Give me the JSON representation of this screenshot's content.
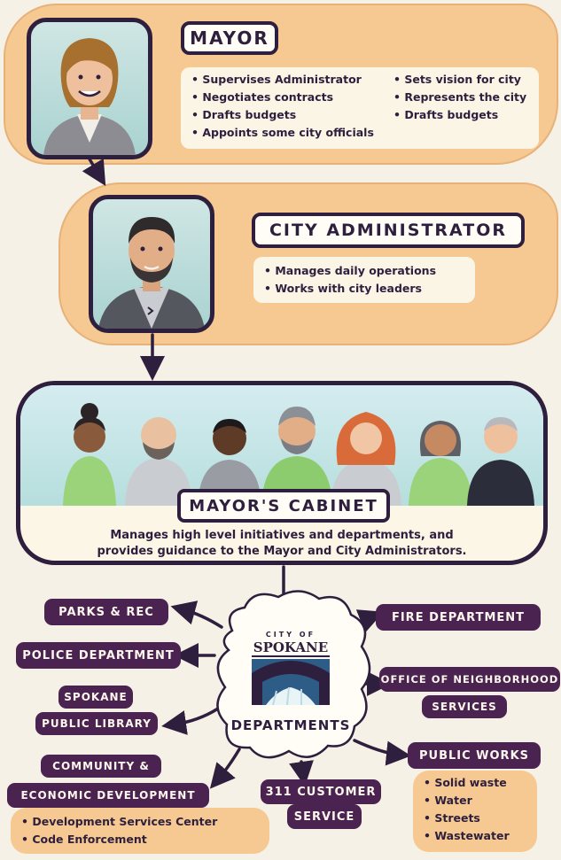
{
  "mayor": {
    "title": "MAYOR",
    "duties_left": [
      "Supervises Administrator",
      "Negotiates contracts",
      "Drafts budgets",
      "Appoints some city officials"
    ],
    "duties_right": [
      "Sets vision for city",
      "Represents the city",
      "Drafts budgets"
    ]
  },
  "administrator": {
    "title": "CITY ADMINISTRATOR",
    "duties": [
      "Manages daily operations",
      "Works with city leaders"
    ]
  },
  "cabinet": {
    "title": "MAYOR'S CABINET",
    "description_line1": "Manages high level initiatives and departments, and",
    "description_line2": "provides guidance to the Mayor and City Administrators."
  },
  "hub": {
    "logo_top": "CITY OF",
    "logo_name": "SPOKANE",
    "label": "DEPARTMENTS"
  },
  "departments": {
    "parks": "PARKS & REC",
    "police": "POLICE DEPARTMENT",
    "library_line1": "SPOKANE",
    "library_line2": "PUBLIC LIBRARY",
    "community_line1": "COMMUNITY &",
    "community_line2": "ECONOMIC DEVELOPMENT",
    "community_items": [
      "Development Services Center",
      "Code Enforcement"
    ],
    "customer_line1": "311 CUSTOMER",
    "customer_line2": "SERVICE",
    "fire": "FIRE DEPARTMENT",
    "neighborhood_line1": "OFFICE OF NEIGHBORHOOD",
    "neighborhood_line2": "SERVICES",
    "public_works": "PUBLIC WORKS",
    "public_works_items": [
      "Solid waste",
      "Water",
      "Streets",
      "Wastewater"
    ]
  },
  "colors": {
    "ink": "#2d1f3d",
    "peach": "#f5c991",
    "tag": "#4a2350",
    "cabinet_green": "#9ad37a"
  }
}
